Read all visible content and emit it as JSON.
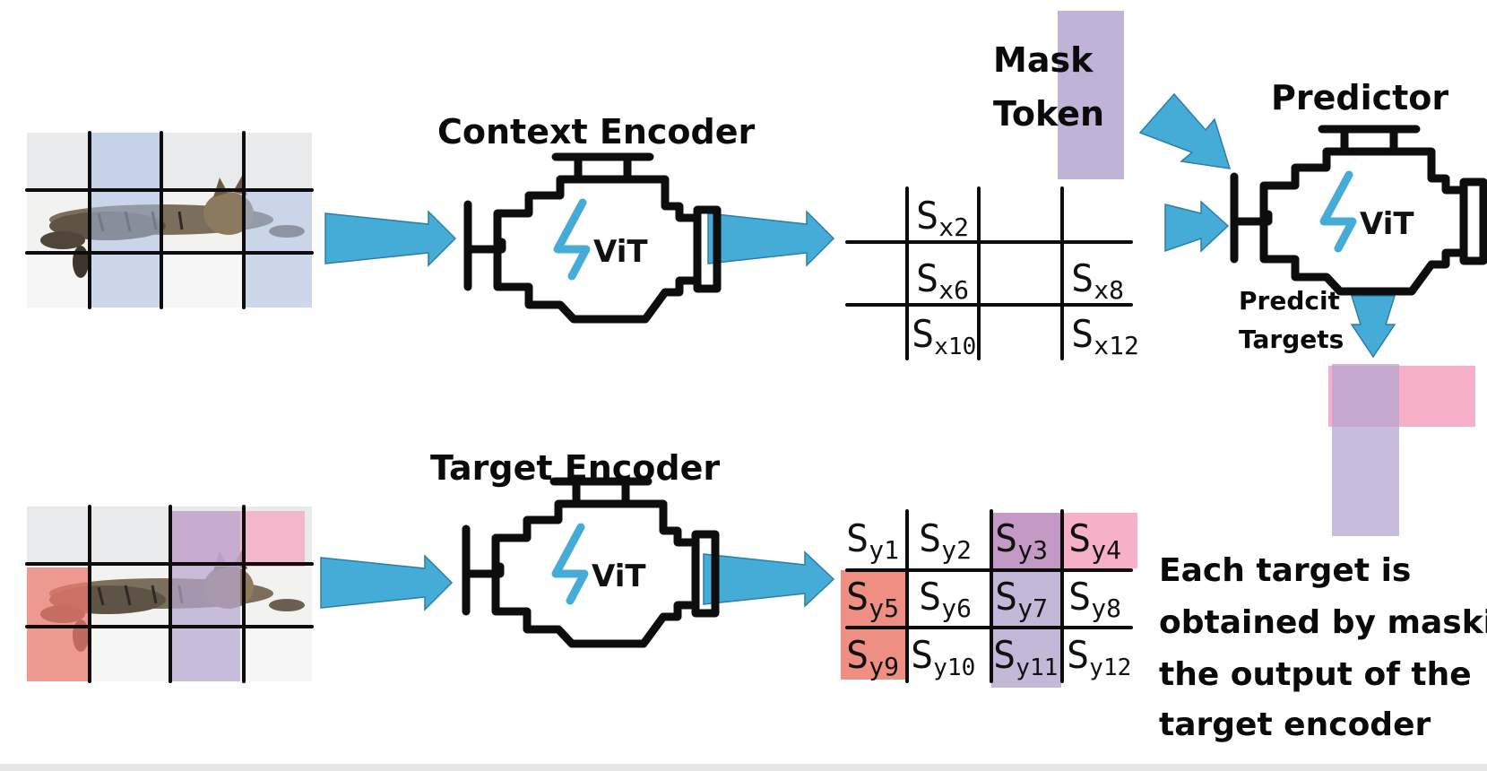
{
  "labels": {
    "context_encoder": "Context Encoder",
    "target_encoder": "Target Encoder",
    "predictor": "Predictor",
    "mask_token_line1": "Mask",
    "mask_token_line2": "Token",
    "predict_targets_line1": "Predcit",
    "predict_targets_line2": "Targets",
    "vit": "ViT"
  },
  "caption": {
    "line1": "Each target is",
    "line2": "obtained by masking",
    "line3": "the output of the",
    "line4": "target encoder"
  },
  "context_tokens": [
    {
      "base": "S",
      "sub": "x2"
    },
    {
      "base": "S",
      "sub": "x6"
    },
    {
      "base": "S",
      "sub": "x8"
    },
    {
      "base": "S",
      "sub": "x10"
    },
    {
      "base": "S",
      "sub": "x12"
    }
  ],
  "target_tokens": [
    {
      "base": "S",
      "sub": "y1"
    },
    {
      "base": "S",
      "sub": "y2"
    },
    {
      "base": "S",
      "sub": "y3"
    },
    {
      "base": "S",
      "sub": "y4"
    },
    {
      "base": "S",
      "sub": "y5"
    },
    {
      "base": "S",
      "sub": "y6"
    },
    {
      "base": "S",
      "sub": "y7"
    },
    {
      "base": "S",
      "sub": "y8"
    },
    {
      "base": "S",
      "sub": "y9"
    },
    {
      "base": "S",
      "sub": "y10"
    },
    {
      "base": "S",
      "sub": "y11"
    },
    {
      "base": "S",
      "sub": "y12"
    }
  ],
  "colors": {
    "arrow": "#45acd8",
    "mask_purple": "#b5a6d0",
    "target_pink": "#f4a3bf",
    "target_red": "#ec7b6f",
    "context_blue": "#a9bde3",
    "ink": "#0d0d0d"
  }
}
